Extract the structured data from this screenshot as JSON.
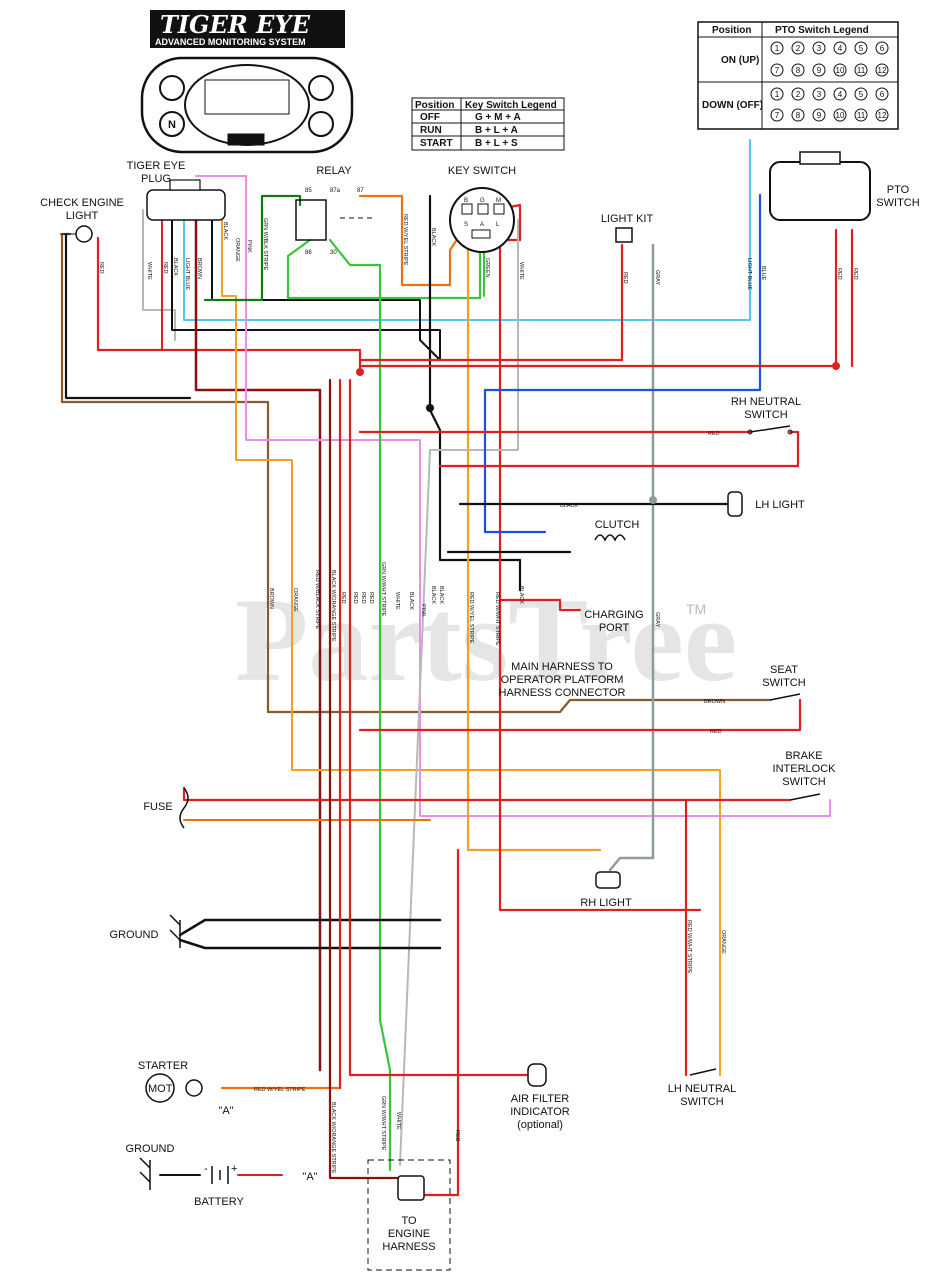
{
  "logo": {
    "title": "TIGER EYE",
    "subtitle": "ADVANCED MONITORING SYSTEM"
  },
  "watermark": "PartsTree",
  "watermark_tm": "TM",
  "colors": {
    "red": "#e02020",
    "black": "#111111",
    "green": "#39c43a",
    "blue": "#1f4fe0",
    "light_blue": "#55c8f0",
    "orange": "#f5a020",
    "pink": "#e890e8",
    "brown": "#8a5a2a",
    "gray": "#8f9a9a",
    "white_wire": "#b8b8b8",
    "dark_red": "#8a1010",
    "dark_green": "#137a13"
  },
  "key_legend": {
    "headers": [
      "Position",
      "Key Switch Legend"
    ],
    "rows": [
      [
        "OFF",
        "G + M + A"
      ],
      [
        "RUN",
        "B + L + A"
      ],
      [
        "START",
        "B + L + S"
      ]
    ]
  },
  "pto_legend": {
    "headers": [
      "Position",
      "PTO Switch Legend"
    ],
    "rows": [
      [
        "ON (UP)"
      ],
      [
        "DOWN (OFF)"
      ]
    ],
    "pins_top": [
      "1",
      "2",
      "3",
      "4",
      "5",
      "6"
    ],
    "pins_bottom": [
      "7",
      "8",
      "9",
      "10",
      "11",
      "12"
    ]
  },
  "labels": {
    "tiger_eye_plug": "TIGER EYE\nPLUG",
    "check_engine": "CHECK ENGINE\nLIGHT",
    "relay": "RELAY",
    "relay_85": "85",
    "relay_87a": "87a",
    "relay_87": "87",
    "relay_86": "86",
    "relay_30": "30",
    "key_switch": "KEY SWITCH",
    "light_kit": "LIGHT KIT",
    "pto_switch": "PTO\nSWITCH",
    "rh_neutral": "RH NEUTRAL\nSWITCH",
    "lh_light": "LH LIGHT",
    "clutch": "CLUTCH",
    "charging_port": "CHARGING\nPORT",
    "main_harness": "MAIN HARNESS TO\nOPERATOR PLATFORM\nHARNESS CONNECTOR",
    "seat_switch": "SEAT\nSWITCH",
    "brake_switch": "BRAKE\nINTERLOCK\nSWITCH",
    "fuse": "FUSE",
    "rh_light": "RH LIGHT",
    "ground1": "GROUND",
    "starter": "STARTER",
    "starter_a": "\"A\"",
    "ground2": "GROUND",
    "battery": "BATTERY",
    "battery_a": "\"A\"",
    "battery_minus": "-",
    "battery_plus": "+",
    "mot": "MOT",
    "air_filter": "AIR FILTER\nINDICATOR\n(optional)",
    "lh_neutral": "LH NEUTRAL\nSWITCH",
    "engine_harness": "TO\nENGINE\nHARNESS"
  },
  "wire_labels": {
    "white": "WHITE",
    "red": "RED",
    "black": "BLACK",
    "light_blue": "LIGHT BLUE",
    "brown": "BROWN",
    "orange": "ORANGE",
    "pink": "PINK",
    "green": "GREEN",
    "gray": "GRAY",
    "blue": "BLUE",
    "grn_blk": "GRN W/BLK STRIPE",
    "red_yel": "RED W/YEL STRIPE",
    "red_wht": "RED W/WHT STRIPE",
    "red_blk": "RED W/BLACK STRIPE",
    "blk_org": "BLACK W/ORANGE STRIPE",
    "grn_wht": "GRN W/WHT STRIPE",
    "key_b": "B",
    "key_g": "G",
    "key_m": "M",
    "key_s": "S",
    "key_a": "A",
    "key_l": "L"
  }
}
